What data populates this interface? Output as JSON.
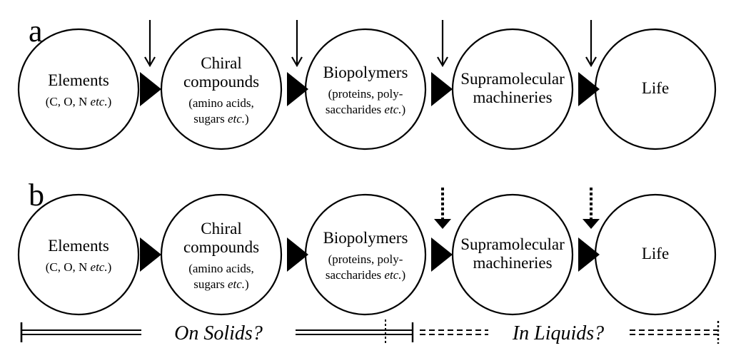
{
  "panels": [
    {
      "letter": "a",
      "arrow_style": "solid",
      "nodes": [
        {
          "main": [
            "Elements"
          ],
          "sub": [
            [
              "(C, O, N ",
              "etc.",
              ")"
            ]
          ]
        },
        {
          "main": [
            "Chiral",
            "compounds"
          ],
          "sub": [
            [
              "(amino acids,",
              "",
              ""
            ],
            [
              "sugars ",
              "etc.",
              ")"
            ]
          ]
        },
        {
          "main": [
            "Biopolymers"
          ],
          "sub": [
            [
              "(proteins, poly-",
              "",
              ""
            ],
            [
              "saccharides ",
              "etc.",
              ")"
            ]
          ]
        },
        {
          "main": [
            "Supramolecular",
            "machineries"
          ],
          "sub": []
        },
        {
          "main": [
            "Life"
          ],
          "sub": []
        }
      ]
    },
    {
      "letter": "b",
      "arrow_style": "dashed",
      "nodes": [
        {
          "main": [
            "Elements"
          ],
          "sub": [
            [
              "(C, O, N ",
              "etc.",
              ")"
            ]
          ]
        },
        {
          "main": [
            "Chiral",
            "compounds"
          ],
          "sub": [
            [
              "(amino acids,",
              "",
              ""
            ],
            [
              "sugars ",
              "etc.",
              ")"
            ]
          ]
        },
        {
          "main": [
            "Biopolymers"
          ],
          "sub": [
            [
              "(proteins, poly-",
              "",
              ""
            ],
            [
              "saccharides ",
              "etc.",
              ")"
            ]
          ]
        },
        {
          "main": [
            "Supramolecular",
            "machineries"
          ],
          "sub": []
        },
        {
          "main": [
            "Life"
          ],
          "sub": []
        }
      ]
    }
  ],
  "phases": {
    "solids": "On Solids?",
    "liquids": "In Liquids?"
  },
  "colors": {
    "stroke": "#000000",
    "background": "#ffffff"
  }
}
